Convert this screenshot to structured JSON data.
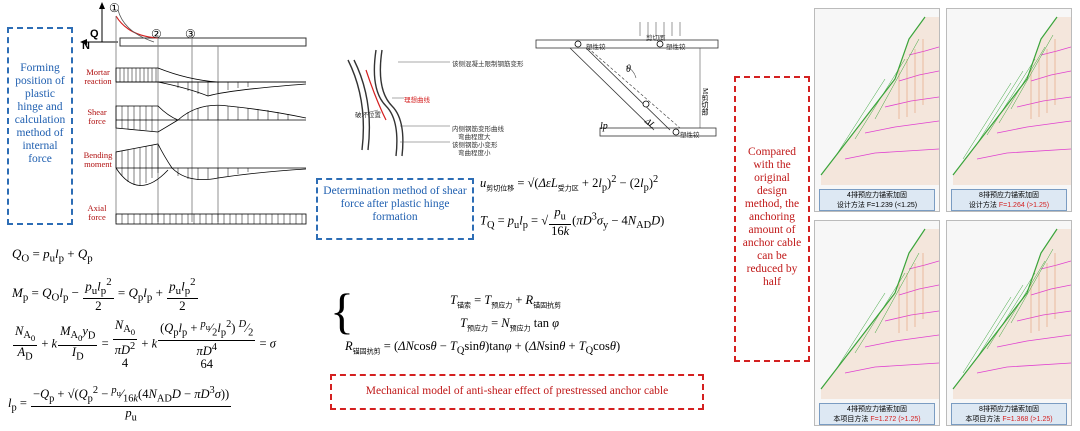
{
  "left_box": {
    "text": "Forming position of plastic hinge and calculation method of internal force"
  },
  "shear_box": {
    "text": "Determination method of shear force after plastic hinge formation"
  },
  "anchor_box": {
    "text": "Mechanical model of anti-shear effect of prestressed anchor cable"
  },
  "right_box": {
    "text": "Compared with the original design method, the anchoring amount of anchor cable can be reduced by half"
  },
  "diagram_labels": {
    "mortar": "Mortar reaction",
    "shear": "Shear force",
    "bending": "Bending moment",
    "axial": "Axial force",
    "Q": "Q",
    "N": "N",
    "c1": "①",
    "c2": "②",
    "c3": "③"
  },
  "sketch_labels": {
    "l1": "该侧混凝土限制钢筋变形",
    "l2": "理想曲线",
    "l3": "破坏位置",
    "l4": "内侧钢筋变形曲线",
    "l5": "弯曲程度大",
    "l6": "该侧钢筋小变形",
    "l7": "弯曲程度小"
  },
  "hinge_labels": {
    "top": "剪切面",
    "h1": "塑性铰",
    "h2": "塑性铰",
    "h3": "塑性铰",
    "theta": "θ",
    "lp": "lp",
    "dl": "ΔL",
    "m": "M剪切部"
  },
  "panels": [
    {
      "title": "4排预应力锚索加固",
      "method": "设计方法",
      "value": "F=1.239",
      "note": "(<1.25)"
    },
    {
      "title": "8排预应力锚索加固",
      "method": "设计方法",
      "value": "F=1.264",
      "note": "(>1.25)"
    },
    {
      "title": "4排预应力锚索加固",
      "method": "本项目方法",
      "value": "F=1.272",
      "note": "(>1.25)"
    },
    {
      "title": "8排预应力锚索加固",
      "method": "本项目方法",
      "value": "F=1.368",
      "note": "(>1.25)"
    }
  ],
  "colors": {
    "blue_dash": "#2d6db5",
    "red_dash": "#d42020",
    "slope_green": "#3aa43a",
    "slope_pink": "#e040d0",
    "slope_orange": "#e09060"
  }
}
